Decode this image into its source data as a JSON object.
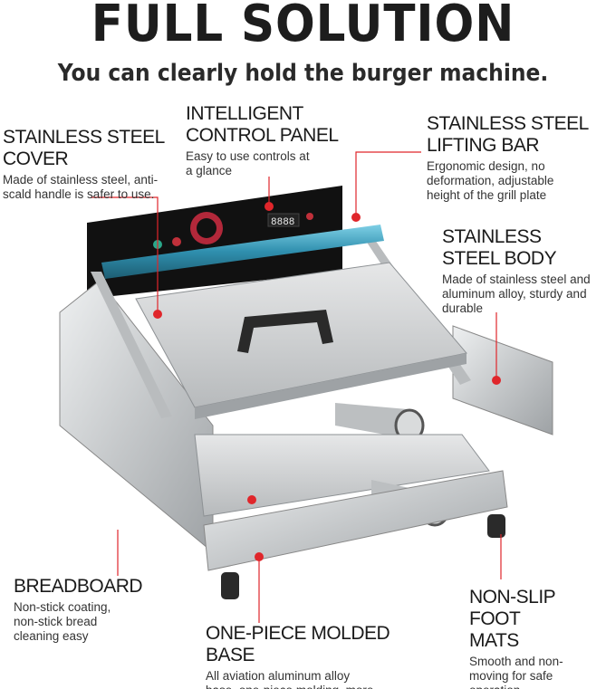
{
  "header": {
    "title": "FULL SOLUTION",
    "subtitle": "You can clearly hold the burger machine."
  },
  "callouts": [
    {
      "id": "cover",
      "title": "STAINLESS STEEL COVER",
      "description": "Made of stainless steel, anti-scald handle is safer to use."
    },
    {
      "id": "control",
      "title": "INTELLIGENT CONTROL PANEL",
      "description": "Easy to use controls at a glance"
    },
    {
      "id": "lifting",
      "title": "STAINLESS STEEL LIFTING BAR",
      "description": "Ergonomic design, no deformation, adjustable height of the grill plate"
    },
    {
      "id": "body",
      "title": "STAINLESS STEEL BODY",
      "description": "Made of stainless steel and aluminum alloy, sturdy and durable"
    },
    {
      "id": "breadboard",
      "title": "BREADBOARD",
      "description": "Non-stick coating, non-stick bread cleaning easy"
    },
    {
      "id": "base",
      "title": "ONE-PIECE MOLDED BASE",
      "description": "All aviation aluminum alloy base, one-piece molding, more sturdy! More durable!"
    },
    {
      "id": "feet",
      "title": "NON-SLIP FOOT MATS",
      "description": "Smooth and non-moving for safe operation"
    }
  ],
  "display": {
    "readout": "8888"
  },
  "colors": {
    "accent": "#e0262b",
    "bar": "#3aa6c4",
    "steel": "#c9cbcd"
  }
}
